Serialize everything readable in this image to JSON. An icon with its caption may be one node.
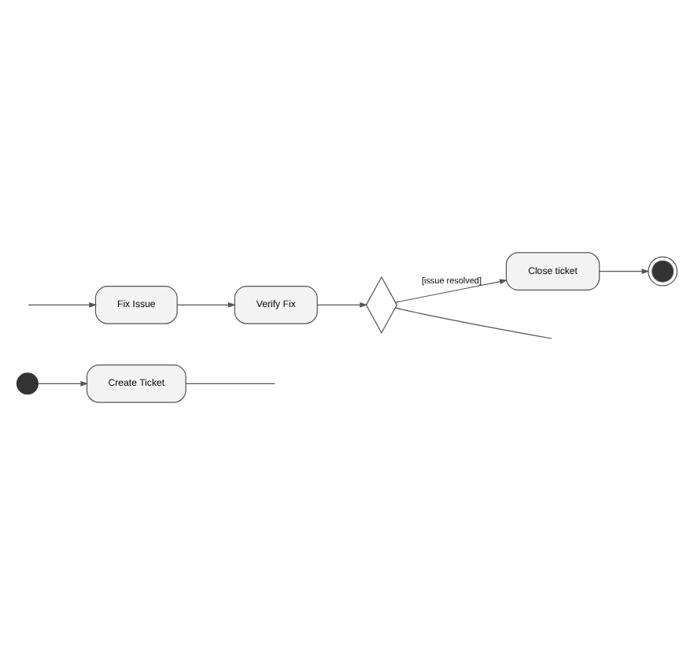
{
  "diagram": {
    "nodes": [
      {
        "text": [],
        "shape": "circle"
      },
      {
        "text": [
          "Create Ticket"
        ]
      },
      {
        "text": [
          "Fix Issue"
        ]
      },
      {
        "text": [
          "Verify Fix"
        ]
      },
      {
        "text": [],
        "shape": "diamond"
      },
      {
        "text": [
          "Close ticket"
        ]
      },
      {
        "text": [],
        "shape": "circle"
      }
    ],
    "edges": [
      {
        "from": 0,
        "to": 1,
        "arrow": "to"
      },
      {
        "from": 1,
        "to": null,
        "arrow": "none"
      },
      {
        "from": null,
        "to": 2,
        "arrow": "to"
      },
      {
        "from": 2,
        "to": 3,
        "arrow": "to"
      },
      {
        "from": 3,
        "to": 4,
        "arrow": "to"
      },
      {
        "from": 4,
        "to": null,
        "arrow": "none"
      },
      {
        "from": 4,
        "to": 5,
        "label": "[issue resolved]",
        "arrow": "to"
      },
      {
        "from": 5,
        "to": 6,
        "arrow": "to"
      }
    ]
  }
}
